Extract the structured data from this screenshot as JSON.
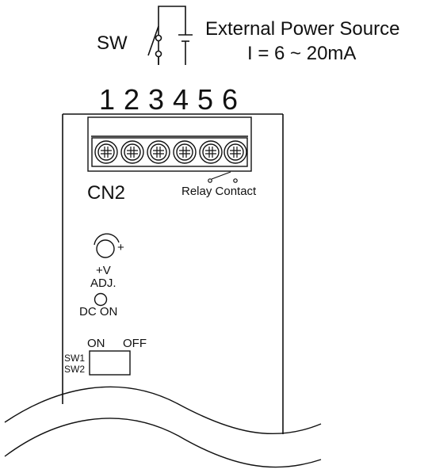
{
  "external": {
    "title": "External Power Source",
    "current": "I = 6 ~ 20mA"
  },
  "switch_label": "SW",
  "terminal_numbers": [
    "1",
    "2",
    "3",
    "4",
    "5",
    "6"
  ],
  "connector_label": "CN2",
  "relay_label": "Relay Contact",
  "adjust": {
    "plus": "+",
    "v_label": "+V",
    "adj_label": "ADJ."
  },
  "dc_on_label": "DC ON",
  "dip": {
    "on_label": "ON",
    "off_label": "OFF",
    "sw1_label": "SW1",
    "sw2_label": "SW2"
  }
}
